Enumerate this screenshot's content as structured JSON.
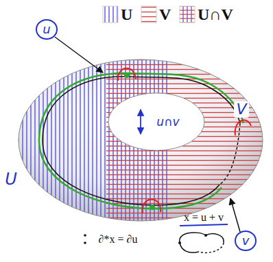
{
  "diagram": {
    "labels": [
      "u",
      "u∩v",
      "V",
      "U",
      "v",
      "x = u + v",
      "∂*x = ∂u"
    ],
    "legend": [
      {
        "text": "U"
      },
      {
        "text": "V"
      },
      {
        "text": "U∩V"
      }
    ]
  }
}
